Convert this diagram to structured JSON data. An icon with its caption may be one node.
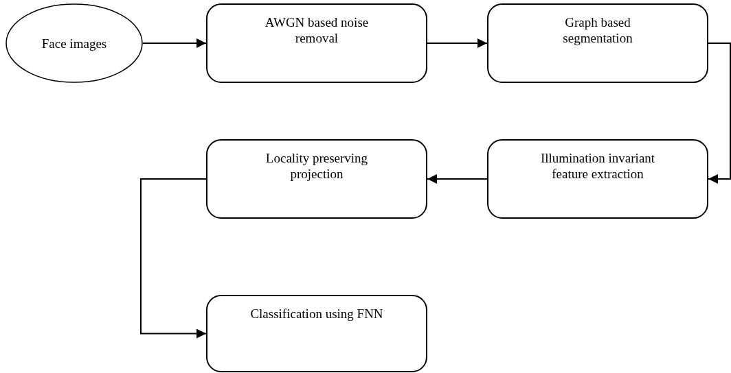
{
  "diagram": {
    "nodes": [
      {
        "text": [
          "Face images"
        ]
      },
      {
        "text": [
          "AWGN based noise removal"
        ]
      },
      {
        "text": [
          "Graph based segmentation"
        ]
      },
      {
        "text": [
          "Illumination invariant feature extraction"
        ]
      },
      {
        "text": [
          "Locality preserving projection"
        ]
      },
      {
        "text": [
          "Classification using FNN"
        ]
      }
    ],
    "edges": [
      {
        "from": 0,
        "to": 1,
        "arrow": "to"
      },
      {
        "from": 1,
        "to": 2,
        "arrow": "to"
      },
      {
        "from": 2,
        "to": 3,
        "arrow": "to"
      },
      {
        "from": 3,
        "to": 4,
        "arrow": "to"
      },
      {
        "from": 4,
        "to": 5,
        "arrow": "to"
      }
    ]
  }
}
